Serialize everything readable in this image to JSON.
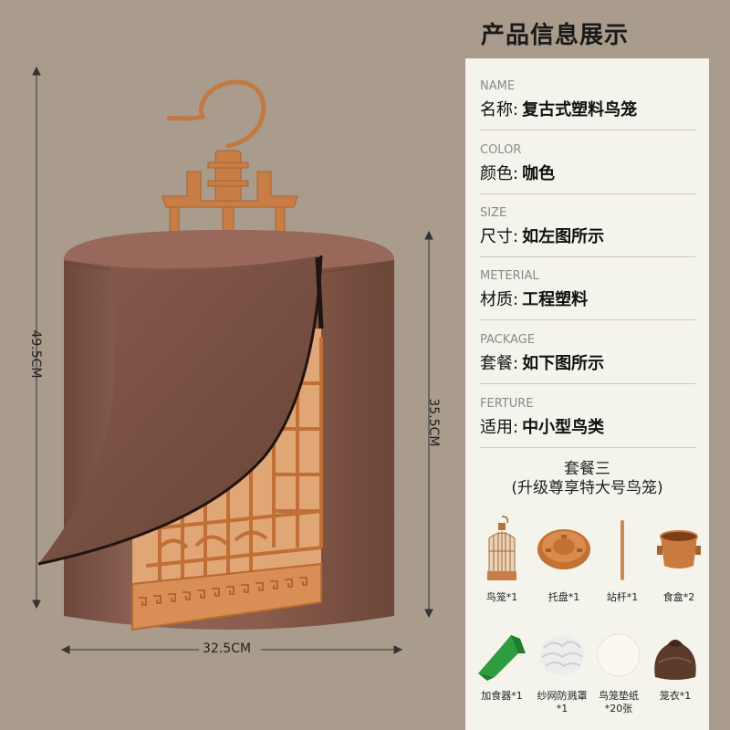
{
  "colors": {
    "background": "#a99c8d",
    "panel": "#f4f3ec",
    "cover": "#8c5e4e",
    "cage": "#c77d45"
  },
  "left": {
    "height_label": "49.5CM",
    "inner_height_label": "35.5CM",
    "width_label": "32.5CM"
  },
  "panel": {
    "title": "产品信息展示",
    "rows": [
      {
        "en": "NAME",
        "key": "名称:",
        "value": "复古式塑料鸟笼"
      },
      {
        "en": "COLOR",
        "key": "颜色:",
        "value": "咖色"
      },
      {
        "en": "SIZE",
        "key": "尺寸:",
        "value": "如左图所示"
      },
      {
        "en": "METERIAL",
        "key": "材质:",
        "value": "工程塑料"
      },
      {
        "en": "PACKAGE",
        "key": "套餐:",
        "value": "如下图所示"
      },
      {
        "en": "FERTURE",
        "key": "适用:",
        "value": "中小型鸟类"
      }
    ],
    "package_title_1": "套餐三",
    "package_title_2": "(升级尊享特大号鸟笼)",
    "items": [
      {
        "icon": "bird-cage-icon",
        "caption": "鸟笼*1"
      },
      {
        "icon": "tray-icon",
        "caption": "托盘*1"
      },
      {
        "icon": "perch-icon",
        "caption": "站杆*1"
      },
      {
        "icon": "food-box-icon",
        "caption": "食盒*2"
      },
      {
        "icon": "feeder-icon",
        "caption": "加食器*1"
      },
      {
        "icon": "mesh-guard-icon",
        "caption": "纱网防溅罩",
        "caption2": "*1"
      },
      {
        "icon": "cage-paper-icon",
        "caption": "鸟笼垫纸",
        "caption2": "*20张"
      },
      {
        "icon": "cage-cover-icon",
        "caption": "笼衣*1"
      }
    ]
  }
}
